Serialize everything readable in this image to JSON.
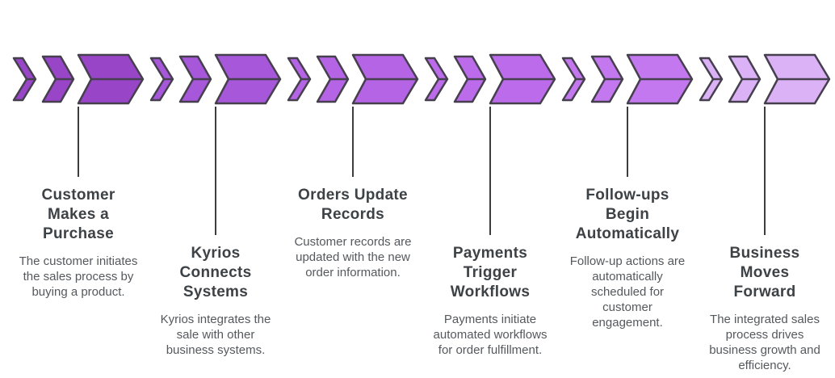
{
  "diagram": {
    "background": "#ffffff",
    "stroke_color": "#453f4e",
    "connector_line_color": "#3d3d40",
    "title_color": "#3d4246",
    "description_color": "#55595d",
    "steps": [
      {
        "title": "Customer Makes a Purchase",
        "description": "The customer initiates the sales process by buying a product.",
        "fill": "#9845c8"
      },
      {
        "title": "Kyrios Connects Systems",
        "description": "Kyrios integrates the sale with other business systems.",
        "fill": "#a757d9"
      },
      {
        "title": "Orders Update Records",
        "description": "Customer records are updated with the new order information.",
        "fill": "#b464e4"
      },
      {
        "title": "Payments Trigger Workflows",
        "description": "Payments initiate automated workflows for order fulfillment.",
        "fill": "#bc6ceb"
      },
      {
        "title": "Follow-ups Begin Automatically",
        "description": "Follow-up actions are automatically scheduled for customer engagement.",
        "fill": "#c478f0"
      },
      {
        "title": "Business Moves Forward",
        "description": "The integrated sales process drives business growth and efficiency.",
        "fill": "#dcb2f6"
      }
    ]
  }
}
